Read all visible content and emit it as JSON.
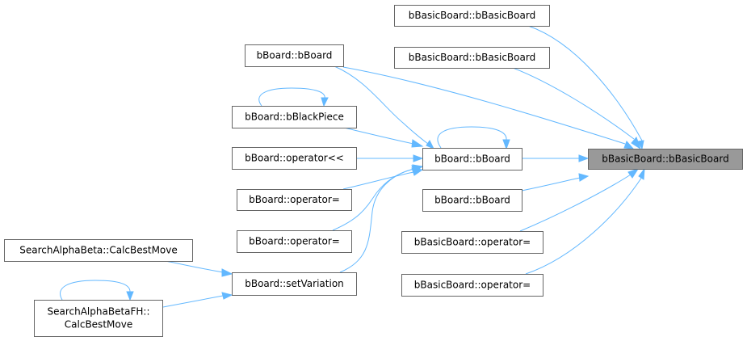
{
  "diagram": {
    "type": "call-graph",
    "focus_node": "n0",
    "colors": {
      "edge": "#63b8ff",
      "node_border": "#666666",
      "focus_fill": "#999999",
      "node_fill": "#ffffff"
    },
    "nodes": [
      {
        "id": "n0",
        "label": [
          "bBasicBoard::bBasicBoard"
        ],
        "focus": true
      },
      {
        "id": "n1",
        "label": [
          "bBasicBoard::bBasicBoard"
        ]
      },
      {
        "id": "n2",
        "label": [
          "bBasicBoard::bBasicBoard"
        ]
      },
      {
        "id": "n3",
        "label": [
          "bBoard::bBoard"
        ]
      },
      {
        "id": "n4",
        "label": [
          "bBoard::bBoard"
        ]
      },
      {
        "id": "n5",
        "label": [
          "bBoard::bBoard"
        ]
      },
      {
        "id": "n6",
        "label": [
          "bBasicBoard::operator="
        ]
      },
      {
        "id": "n7",
        "label": [
          "bBasicBoard::operator="
        ]
      },
      {
        "id": "n8",
        "label": [
          "bBoard::bBlackPiece"
        ]
      },
      {
        "id": "n9",
        "label": [
          "bBoard::operator<<"
        ]
      },
      {
        "id": "n10",
        "label": [
          "bBoard::operator="
        ]
      },
      {
        "id": "n11",
        "label": [
          "bBoard::operator="
        ]
      },
      {
        "id": "n12",
        "label": [
          "bBoard::setVariation"
        ]
      },
      {
        "id": "n13",
        "label": [
          "SearchAlphaBeta::CalcBestMove"
        ]
      },
      {
        "id": "n14",
        "label": [
          "SearchAlphaBetaFH::",
          "CalcBestMove"
        ]
      }
    ],
    "edges": [
      {
        "from": "n1",
        "to": "n0"
      },
      {
        "from": "n2",
        "to": "n0"
      },
      {
        "from": "n3",
        "to": "n0"
      },
      {
        "from": "n4",
        "to": "n0"
      },
      {
        "from": "n5",
        "to": "n0"
      },
      {
        "from": "n6",
        "to": "n0"
      },
      {
        "from": "n7",
        "to": "n0"
      },
      {
        "from": "n3",
        "to": "n4"
      },
      {
        "from": "n4",
        "to": "n4"
      },
      {
        "from": "n8",
        "to": "n4"
      },
      {
        "from": "n8",
        "to": "n8"
      },
      {
        "from": "n9",
        "to": "n4"
      },
      {
        "from": "n10",
        "to": "n4"
      },
      {
        "from": "n11",
        "to": "n4"
      },
      {
        "from": "n12",
        "to": "n4"
      },
      {
        "from": "n13",
        "to": "n12"
      },
      {
        "from": "n14",
        "to": "n12"
      },
      {
        "from": "n14",
        "to": "n14"
      }
    ]
  }
}
